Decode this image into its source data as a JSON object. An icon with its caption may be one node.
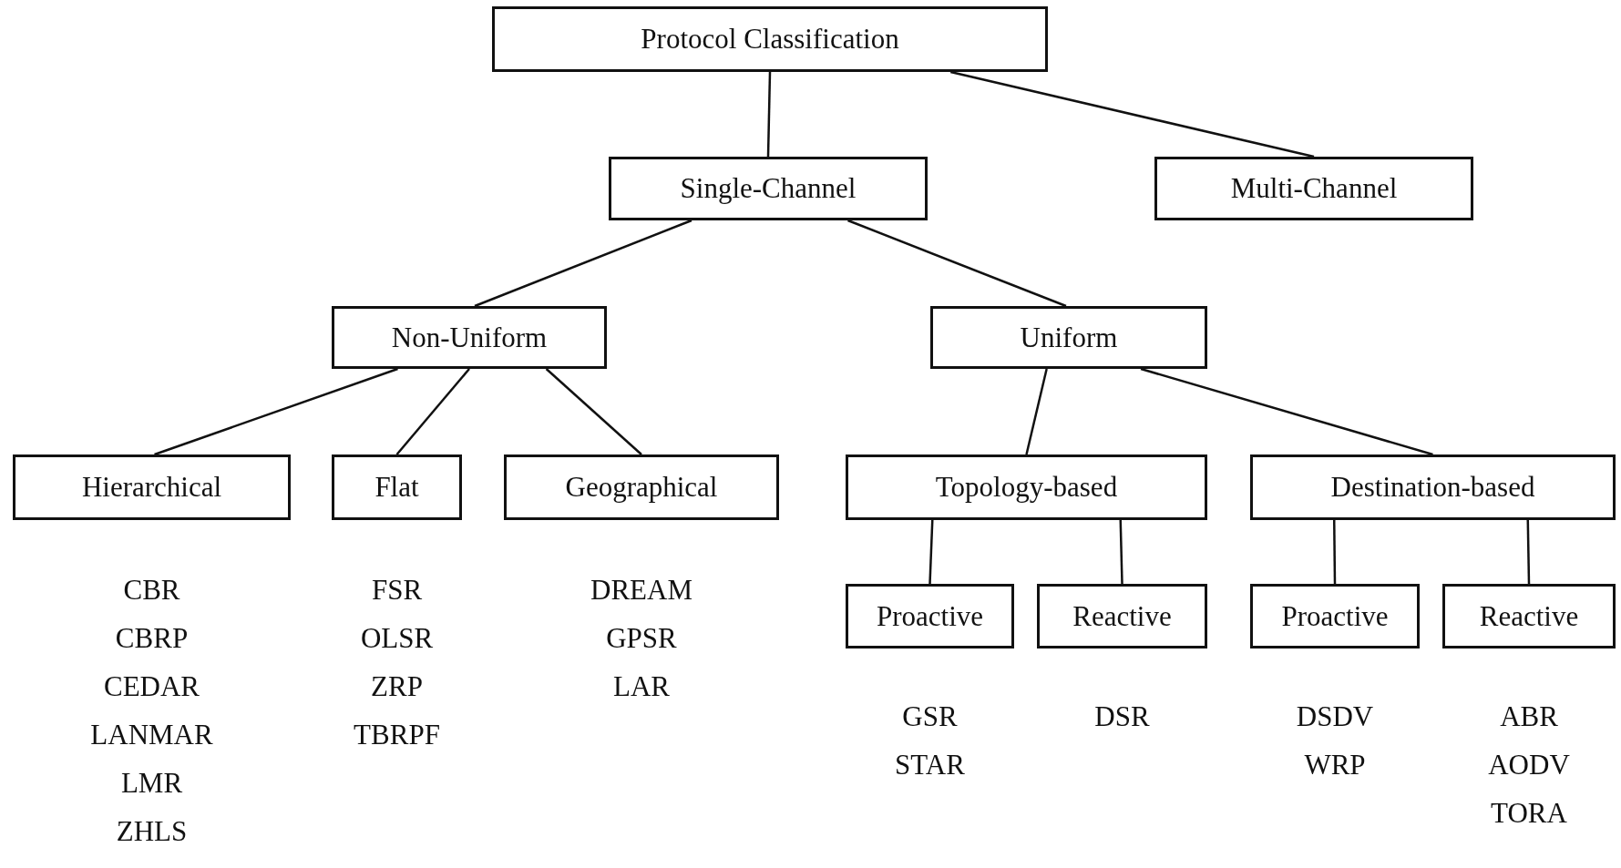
{
  "diagram": {
    "nodes": [
      {
        "text": [
          "Protocol Classification"
        ]
      },
      {
        "text": [
          "Single-Channel"
        ]
      },
      {
        "text": [
          "Multi-Channel"
        ]
      },
      {
        "text": [
          "Non-Uniform"
        ]
      },
      {
        "text": [
          "Uniform"
        ]
      },
      {
        "text": [
          "Hierarchical"
        ],
        "beside": [
          "CBR",
          "CBRP",
          "CEDAR",
          "LANMAR",
          "LMR",
          "ZHLS"
        ]
      },
      {
        "text": [
          "Flat"
        ],
        "beside": [
          "FSR",
          "OLSR",
          "ZRP",
          "TBRPF"
        ]
      },
      {
        "text": [
          "Geographical"
        ],
        "beside": [
          "DREAM",
          "GPSR",
          "LAR"
        ]
      },
      {
        "text": [
          "Topology-based"
        ]
      },
      {
        "text": [
          "Destination-based"
        ]
      },
      {
        "text": [
          "Proactive"
        ],
        "beside": [
          "GSR",
          "STAR"
        ]
      },
      {
        "text": [
          "Reactive"
        ],
        "beside": [
          "DSR"
        ]
      },
      {
        "text": [
          "Proactive"
        ],
        "beside": [
          "DSDV",
          "WRP"
        ]
      },
      {
        "text": [
          "Reactive"
        ],
        "beside": [
          "ABR",
          "AODV",
          "TORA"
        ]
      }
    ],
    "edges": [
      {
        "from": 0,
        "to": 1,
        "arrow": "none"
      },
      {
        "from": 0,
        "to": 2,
        "arrow": "none"
      },
      {
        "from": 1,
        "to": 3,
        "arrow": "none"
      },
      {
        "from": 1,
        "to": 4,
        "arrow": "none"
      },
      {
        "from": 3,
        "to": 5,
        "arrow": "none"
      },
      {
        "from": 3,
        "to": 6,
        "arrow": "none"
      },
      {
        "from": 3,
        "to": 7,
        "arrow": "none"
      },
      {
        "from": 4,
        "to": 8,
        "arrow": "none"
      },
      {
        "from": 4,
        "to": 9,
        "arrow": "none"
      },
      {
        "from": 8,
        "to": 10,
        "arrow": "none"
      },
      {
        "from": 8,
        "to": 11,
        "arrow": "none"
      },
      {
        "from": 9,
        "to": 12,
        "arrow": "none"
      },
      {
        "from": 9,
        "to": 13,
        "arrow": "none"
      }
    ]
  }
}
